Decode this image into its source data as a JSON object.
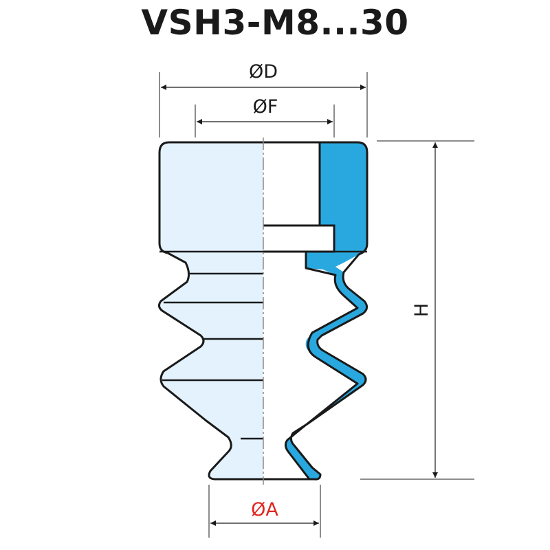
{
  "title": "VSH3-M8...30",
  "dimensions": {
    "D": "ØD",
    "F": "ØF",
    "H": "H",
    "A": "ØA"
  },
  "colors": {
    "light_fill": "#e3f2fc",
    "section_fill": "#29a8e0",
    "outline": "#1a1a1a",
    "center_line": "#8a8a8a",
    "accent_label": "#e0261e"
  }
}
